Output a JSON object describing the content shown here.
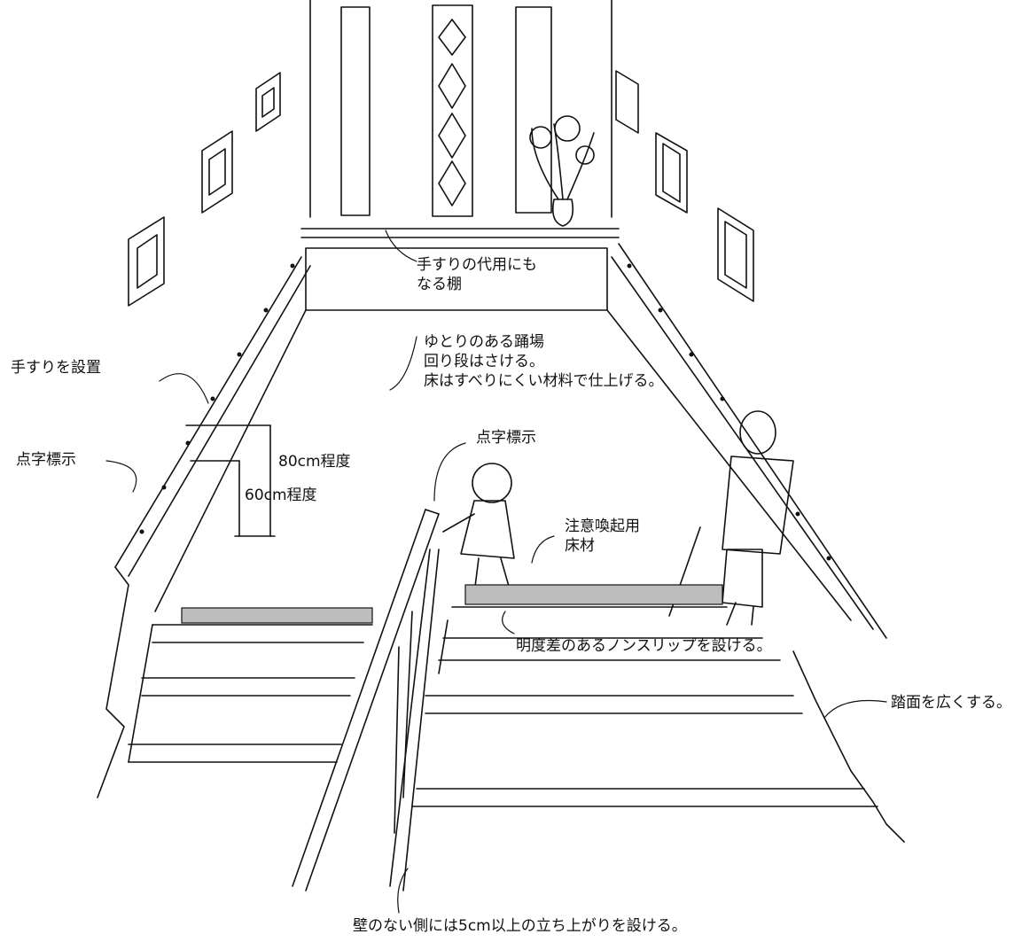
{
  "labels": {
    "shelf": [
      "手すりの代用にも",
      "なる棚"
    ],
    "landing": [
      "ゆとりのある踊場",
      "回り段はさける。",
      "床はすべりにくい材料で仕上げる。"
    ],
    "handrail": "手すりを設置",
    "braille_left": "点字標示",
    "braille_center": "点字標示",
    "height_80": "80cm程度",
    "height_60": "60cm程度",
    "warning_floor": [
      "注意喚起用",
      "床材"
    ],
    "nonslip": "明度差のあるノンスリップを設ける。",
    "tread": "踏面を広くする。",
    "upstand": "壁のない側には5cm以上の立ち上がりを設ける。"
  },
  "colors": {
    "ink": "#111111",
    "paper": "#ffffff",
    "tile": "#bdbdbd"
  }
}
